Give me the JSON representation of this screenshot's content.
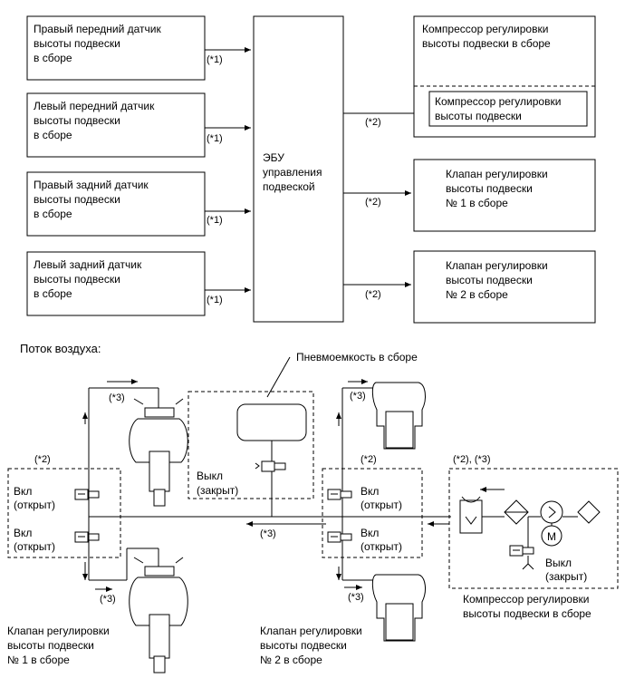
{
  "sensors": [
    [
      "Правый передний датчик",
      "высоты подвески",
      "в сборе"
    ],
    [
      "Левый передний датчик",
      "высоты подвески",
      "в сборе"
    ],
    [
      "Правый задний датчик",
      "высоты подвески",
      "в сборе"
    ],
    [
      "Левый задний датчик",
      "высоты подвески",
      "в сборе"
    ]
  ],
  "ecu": [
    "ЭБУ",
    "управления",
    "подвеской"
  ],
  "compressor_assy": [
    "Компрессор регулировки",
    "высоты подвески в сборе"
  ],
  "compressor_inner": [
    "Компрессор регулировки",
    "высоты подвески"
  ],
  "valve1": [
    "Клапан регулировки",
    "высоты подвески",
    "№ 1 в сборе"
  ],
  "valve2": [
    "Клапан регулировки",
    "высоты подвески",
    "№ 2 в сборе"
  ],
  "note1": "(*1)",
  "note2": "(*2)",
  "note3": "(*3)",
  "note23": "(*2), (*3)",
  "airflow_title": "Поток воздуха:",
  "tank_label": "Пневмоемкость в сборе",
  "on_open": [
    "Вкл",
    "(открыт)"
  ],
  "off_closed": [
    "Выкл",
    "(закрыт)"
  ],
  "motor_symbol": "M",
  "bottom_valve1": [
    "Клапан регулировки",
    "высоты подвески",
    "№ 1 в сборе"
  ],
  "bottom_valve2": [
    "Клапан регулировки",
    "высоты подвески",
    "№ 2 в сборе"
  ],
  "bottom_compressor": [
    "Компрессор регулировки",
    "высоты подвески в сборе"
  ]
}
